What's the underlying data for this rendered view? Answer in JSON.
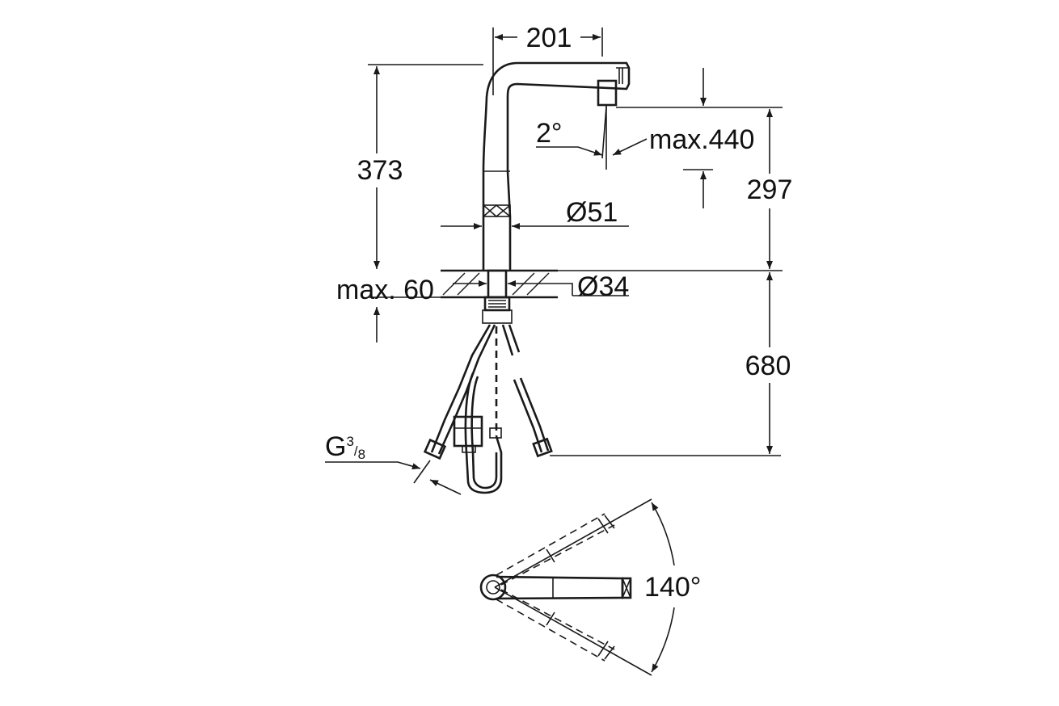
{
  "colors": {
    "line": "#1a1a1a",
    "background": "#ffffff"
  },
  "dimensions": {
    "spout_reach": "201",
    "total_height": "373",
    "spray_angle": "2°",
    "pullout_length": "max.440",
    "outlet_height": "297",
    "body_diameter": "Ø51",
    "hole_diameter": "Ø34",
    "deck_thickness": "max. 60",
    "hose_length": "680",
    "connection": {
      "main": "G",
      "num": "3",
      "den": "8"
    },
    "swivel_angle": "140°"
  }
}
